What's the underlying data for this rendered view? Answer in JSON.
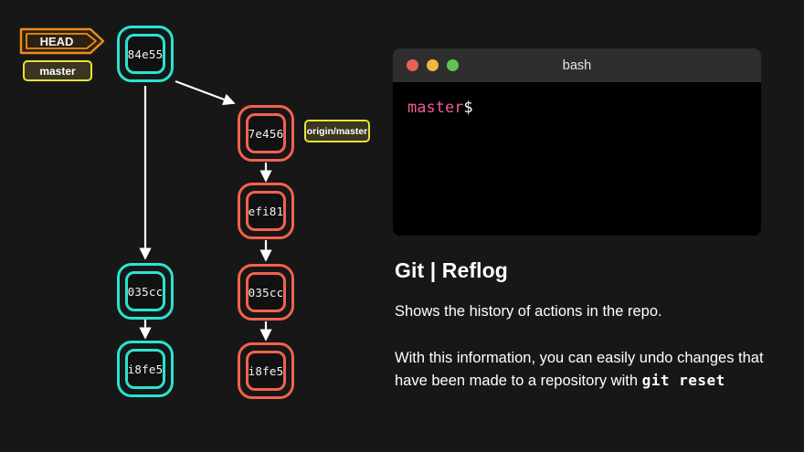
{
  "theme": {
    "background": "#171717",
    "cyan": "#29e4d0",
    "red": "#f2624f",
    "ref_yellow": "#e8e337",
    "ref_fill": "#3a3620",
    "head_orange": "#f08c1a",
    "prompt_pink": "#ef5b9c",
    "arrow": "#ffffff"
  },
  "graph": {
    "head_label": "HEAD",
    "master_label": "master",
    "origin_label": "origin/master",
    "local_branch": {
      "color": "cyan",
      "commits": [
        {
          "sha": "84e55"
        },
        {
          "sha": "035cc"
        },
        {
          "sha": "i8fe5"
        }
      ]
    },
    "remote_branch": {
      "color": "red",
      "commits": [
        {
          "sha": "7e456"
        },
        {
          "sha": "efi81"
        },
        {
          "sha": "035cc"
        },
        {
          "sha": "i8fe5"
        }
      ]
    }
  },
  "terminal": {
    "title": "bash",
    "lights": [
      {
        "name": "close",
        "color": "#e8605a"
      },
      {
        "name": "minimize",
        "color": "#f0b840"
      },
      {
        "name": "maximize",
        "color": "#5fc44f"
      }
    ],
    "prompt_branch": "master",
    "prompt_sigil": "$"
  },
  "copy": {
    "title": "Git | Reflog",
    "subtitle": "Shows the history of actions in the repo.",
    "body_lead": "With this information, you can easily undo changes that have been made to a repository with",
    "body_command": "git reset"
  }
}
